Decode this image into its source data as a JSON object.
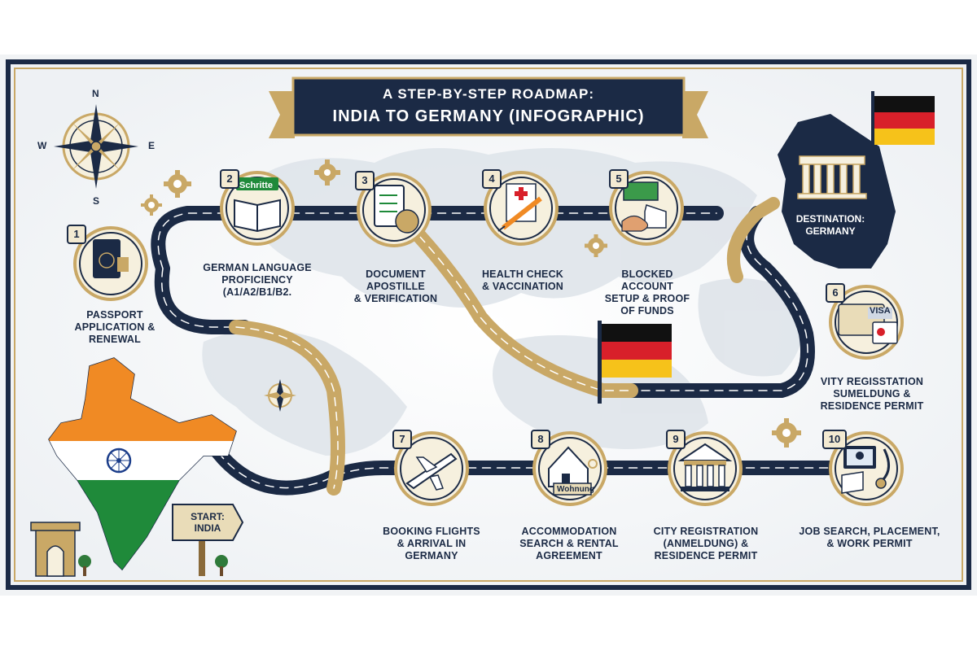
{
  "title": {
    "line1": "A STEP-BY-STEP ROADMAP:",
    "line2": "INDIA TO GERMANY (INFOGRAPHIC)"
  },
  "compass": {
    "n": "N",
    "s": "S",
    "e": "E",
    "w": "W"
  },
  "start_sign": {
    "line1": "START:",
    "line2": "INDIA"
  },
  "destination": {
    "line1": "DESTINATION:",
    "line2": "GERMANY"
  },
  "steps": [
    {
      "number": "1",
      "lines": [
        "PASSPORT",
        "APPLICATION &",
        "RENEWAL"
      ],
      "icon": "passport-icon"
    },
    {
      "number": "2",
      "lines": [
        "GERMAN LANGUAGE",
        "PROFICIENCY",
        "(A1/A2/B1/B2."
      ],
      "icon": "book-icon",
      "tag": "Schritte"
    },
    {
      "number": "3",
      "lines": [
        "DOCUMENT",
        "APOSTILLE",
        "& VERIFICATION"
      ],
      "icon": "clipboard-icon"
    },
    {
      "number": "4",
      "lines": [
        "HEALTH CHECK",
        "& VACCINATION"
      ],
      "icon": "syringe-icon"
    },
    {
      "number": "5",
      "lines": [
        "BLOCKED ACCOUNT",
        "SETUP & PROOF",
        "OF FUNDS"
      ],
      "icon": "bank-icon"
    },
    {
      "number": "6",
      "lines": [
        "VITY REGISSTATION",
        "SUMELDUNG &",
        "RESIDENCE PERMIT"
      ],
      "icon": "visa-icon",
      "tag": "VISA"
    },
    {
      "number": "7",
      "lines": [
        "BOOKING FLIGHTS",
        "& ARRIVAL IN",
        "GERMANY"
      ],
      "icon": "airplane-icon"
    },
    {
      "number": "8",
      "lines": [
        "ACCOMMODATION",
        "SEARCH & RENTAL",
        "AGREEMENT"
      ],
      "icon": "house-icon",
      "tag": "Wohnung"
    },
    {
      "number": "9",
      "lines": [
        "CITY REGISTRATION",
        "(ANMELDUNG) &",
        "RESIDENCE PERMIT"
      ],
      "icon": "city-hall-icon"
    },
    {
      "number": "10",
      "lines": [
        "JOB SEARCH, PLACEMENT,",
        "& WORK PERMIT"
      ],
      "icon": "laptop-icon"
    }
  ],
  "colors": {
    "navy": "#1b2a45",
    "gold": "#c9a866",
    "cream": "#f6f0de",
    "map": "#dfe4ea",
    "saffron": "#f08a24",
    "india_green": "#1f8a3a",
    "de_black": "#111111",
    "de_red": "#d8202a",
    "de_gold": "#f6c21a"
  }
}
